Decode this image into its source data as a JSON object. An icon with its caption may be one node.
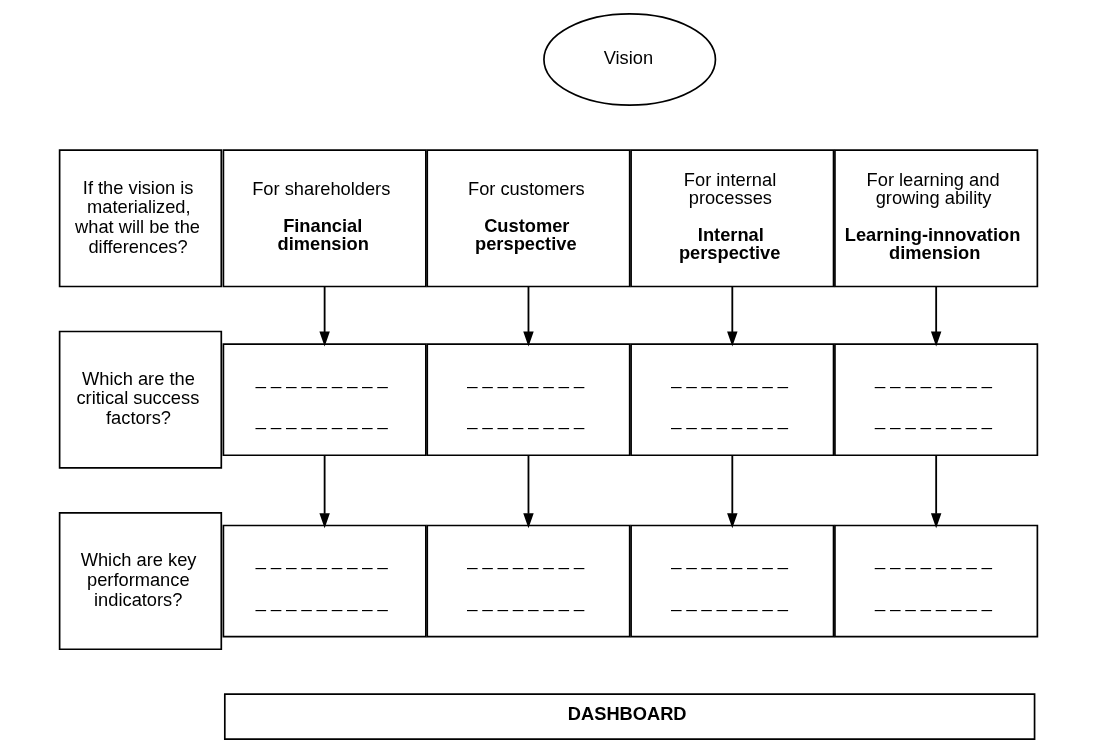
{
  "diagram": {
    "nodes": [
      {
        "text": [
          "Vision"
        ]
      },
      {
        "text": [
          "If the vision is materialized, what will be the differences?"
        ]
      },
      {
        "text": [
          "Which are the critical success factors?"
        ]
      },
      {
        "text": [
          "Which are key performance indicators?"
        ]
      },
      {
        "text": [
          "For shareholders",
          "Financial dimension"
        ]
      },
      {
        "text": [
          "For customers",
          "Customer perspective"
        ]
      },
      {
        "text": [
          "For internal processes",
          "Internal perspective"
        ]
      },
      {
        "text": [
          "For learning and growing ability",
          "Learning-innovation dimension"
        ]
      },
      {
        "text": [
          "_ _ _ _ _ _ _ _ _",
          "_ _ _ _ _ _ _ _ _"
        ]
      },
      {
        "text": [
          "_ _ _ _ _ _ _ _",
          "_ _ _ _ _ _ _ _"
        ]
      },
      {
        "text": [
          "_ _ _ _ _ _ _ _",
          "_ _ _ _ _ _ _ _"
        ]
      },
      {
        "text": [
          "_ _ _ _ _ _ _ _",
          "_ _ _ _ _ _ _ _"
        ]
      },
      {
        "text": [
          "_ _ _ _ _ _ _ _ _",
          "_ _ _ _ _ _ _ _ _"
        ]
      },
      {
        "text": [
          "_ _ _ _ _ _ _ _",
          "_ _ _ _ _ _ _ _"
        ]
      },
      {
        "text": [
          "_ _ _ _ _ _ _ _",
          "_ _ _ _ _ _ _ _"
        ]
      },
      {
        "text": [
          "_ _ _ _ _ _ _ _",
          "_ _ _ _ _ _ _ _"
        ]
      },
      {
        "text": [
          "DASHBOARD"
        ]
      }
    ],
    "edges": [
      {
        "from": 4,
        "to": 8,
        "arrow": "to"
      },
      {
        "from": 5,
        "to": 9,
        "arrow": "to"
      },
      {
        "from": 6,
        "to": 10,
        "arrow": "to"
      },
      {
        "from": 7,
        "to": 11,
        "arrow": "to"
      },
      {
        "from": 8,
        "to": 12,
        "arrow": "to"
      },
      {
        "from": 9,
        "to": 13,
        "arrow": "to"
      },
      {
        "from": 10,
        "to": 14,
        "arrow": "to"
      },
      {
        "from": 11,
        "to": 15,
        "arrow": "to"
      }
    ]
  }
}
